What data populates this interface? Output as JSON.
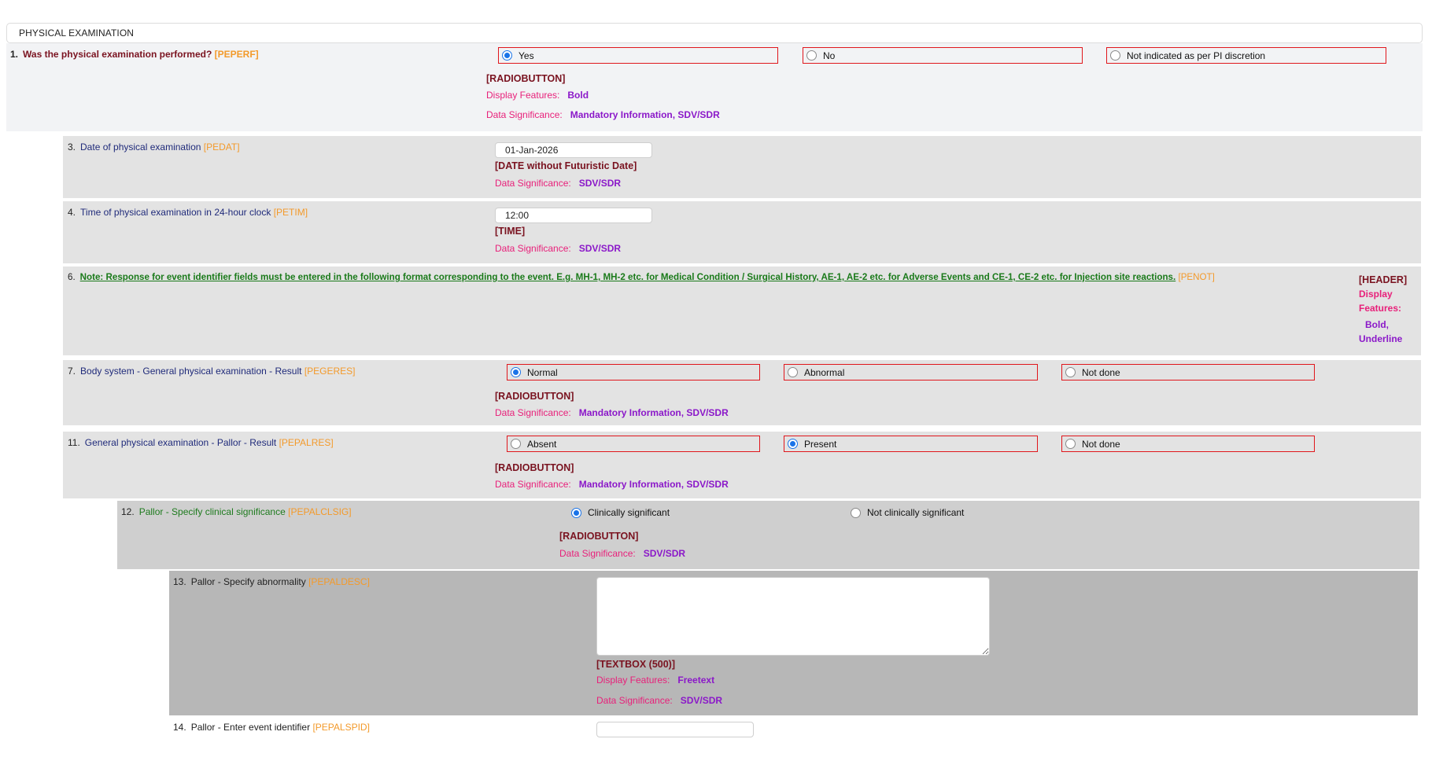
{
  "section_title": "PHYSICAL EXAMINATION",
  "colors": {
    "required_border": "#e0161c",
    "code": "#f39a2b",
    "type_label": "#7a1320",
    "meta_label": "#e8207a",
    "meta_value": "#8b18c9",
    "radio_selected": "#1a73e8"
  },
  "questions": {
    "q1": {
      "number": "1.",
      "text": "Was the physical examination performed?",
      "code": "[PEPERF]",
      "options": [
        {
          "label": "Yes",
          "selected": true
        },
        {
          "label": "No",
          "selected": false
        },
        {
          "label": "Not indicated as per PI discretion",
          "selected": false
        }
      ],
      "type": "[RADIOBUTTON]",
      "display_features_label": "Display Features:",
      "display_features": "Bold",
      "data_significance_label": "Data Significance:",
      "data_significance": "Mandatory Information, SDV/SDR"
    },
    "q3": {
      "number": "3.",
      "text": "Date of physical examination",
      "code": "[PEDAT]",
      "value": "01-Jan-2026",
      "type": "[DATE without Futuristic Date]",
      "data_significance_label": "Data Significance:",
      "data_significance": "SDV/SDR"
    },
    "q4": {
      "number": "4.",
      "text": "Time of physical examination in 24-hour clock",
      "code": "[PETIM]",
      "value": "12:00",
      "type": "[TIME]",
      "data_significance_label": "Data Significance:",
      "data_significance": "SDV/SDR"
    },
    "q6": {
      "number": "6.",
      "text": "Note: Response for event identifier fields must be entered in the following format corresponding to the event. E.g. MH-1, MH-2 etc. for Medical Condition / Surgical History, AE-1, AE-2 etc. for Adverse Events and CE-1, CE-2 etc. for Injection site reactions.",
      "code": "[PENOT]",
      "type": "[HEADER]",
      "display_features_label_1": "Display",
      "display_features_label_2": "Features:",
      "display_features_1": "Bold,",
      "display_features_2": "Underline"
    },
    "q7": {
      "number": "7.",
      "text": "Body system - General physical examination - Result",
      "code": "[PEGERES]",
      "options": [
        {
          "label": "Normal",
          "selected": true
        },
        {
          "label": "Abnormal",
          "selected": false
        },
        {
          "label": "Not done",
          "selected": false
        }
      ],
      "type": "[RADIOBUTTON]",
      "data_significance_label": "Data Significance:",
      "data_significance": "Mandatory Information, SDV/SDR"
    },
    "q11": {
      "number": "11.",
      "text": "General physical examination - Pallor - Result",
      "code": "[PEPALRES]",
      "options": [
        {
          "label": "Absent",
          "selected": false
        },
        {
          "label": "Present",
          "selected": true
        },
        {
          "label": "Not done",
          "selected": false
        }
      ],
      "type": "[RADIOBUTTON]",
      "data_significance_label": "Data Significance:",
      "data_significance": "Mandatory Information, SDV/SDR"
    },
    "q12": {
      "number": "12.",
      "text": "Pallor - Specify clinical significance",
      "code": "[PEPALCLSIG]",
      "options": [
        {
          "label": "Clinically significant",
          "selected": true
        },
        {
          "label": "Not clinically significant",
          "selected": false
        }
      ],
      "type": "[RADIOBUTTON]",
      "data_significance_label": "Data Significance:",
      "data_significance": "SDV/SDR"
    },
    "q13": {
      "number": "13.",
      "text": "Pallor - Specify abnormality",
      "code": "[PEPALDESC]",
      "value": "",
      "type": "[TEXTBOX (500)]",
      "display_features_label": "Display Features:",
      "display_features": "Freetext",
      "data_significance_label": "Data Significance:",
      "data_significance": "SDV/SDR"
    },
    "q14": {
      "number": "14.",
      "text": "Pallor - Enter event identifier",
      "code": "[PEPALSPID]",
      "value": ""
    }
  }
}
